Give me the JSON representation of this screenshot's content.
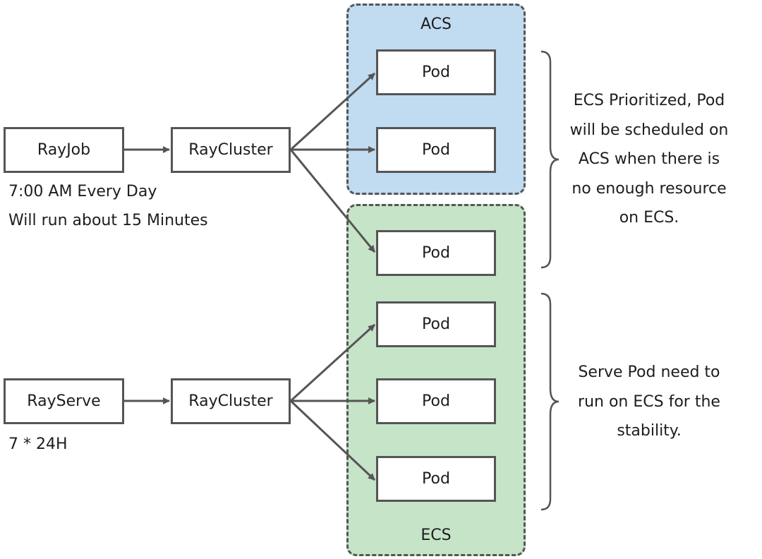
{
  "regions": {
    "acs": "ACS",
    "ecs": "ECS"
  },
  "top_flow": {
    "source": "RayJob",
    "cluster": "RayCluster",
    "caption_lines": [
      "7:00 AM Every Day",
      "Will run about 15 Minutes"
    ]
  },
  "bottom_flow": {
    "source": "RayServe",
    "cluster": "RayCluster",
    "caption_lines": [
      "7 * 24H"
    ]
  },
  "pods": [
    "Pod",
    "Pod",
    "Pod",
    "Pod",
    "Pod",
    "Pod"
  ],
  "notes": {
    "top": [
      "ECS Prioritized, Pod",
      "will be scheduled on",
      "ACS when there is",
      "no enough resource",
      "on ECS."
    ],
    "bottom": [
      "Serve Pod need to",
      "run on ECS for the",
      "stability."
    ]
  },
  "colors": {
    "acs_fill": "#c1dbf0",
    "ecs_fill": "#c6e4c8",
    "line": "#555555"
  }
}
